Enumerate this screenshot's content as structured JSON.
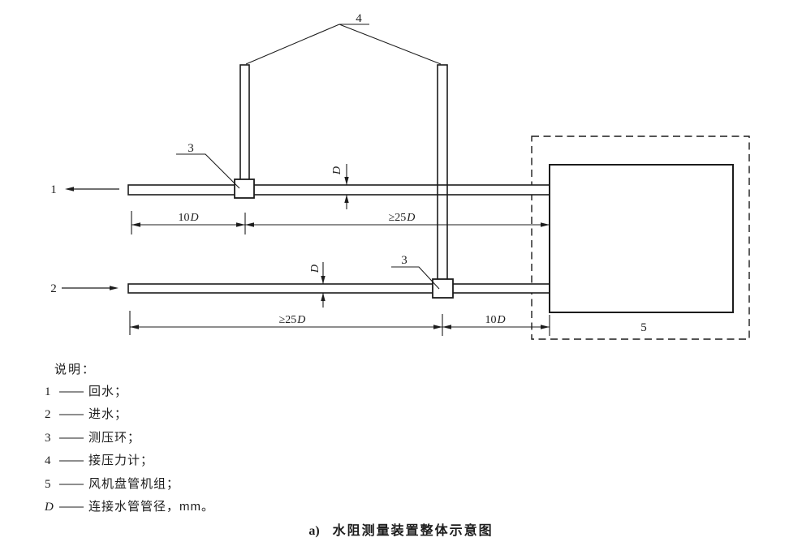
{
  "figure": {
    "callout_1": "1",
    "callout_2": "2",
    "callout_3": "3",
    "callout_4": "4",
    "callout_5": "5",
    "dim_10": "10",
    "dim_ge25": "≥25",
    "dim_d": "D"
  },
  "legend": {
    "heading": "说明：",
    "items": [
      {
        "key": "1",
        "sep": "——",
        "text": "回水；"
      },
      {
        "key": "2",
        "sep": "——",
        "text": "进水；"
      },
      {
        "key": "3",
        "sep": "——",
        "text": "测压环；"
      },
      {
        "key": "4",
        "sep": "——",
        "text": "接压力计；"
      },
      {
        "key": "5",
        "sep": "——",
        "text": "风机盘管机组；"
      },
      {
        "key": "D",
        "sep": "——",
        "text": "连接水管管径，mm。"
      }
    ]
  },
  "caption": {
    "index": "a)",
    "title": "水阻测量装置整体示意图"
  },
  "colors": {
    "ink": "#1c1c1c",
    "background": "#ffffff"
  }
}
